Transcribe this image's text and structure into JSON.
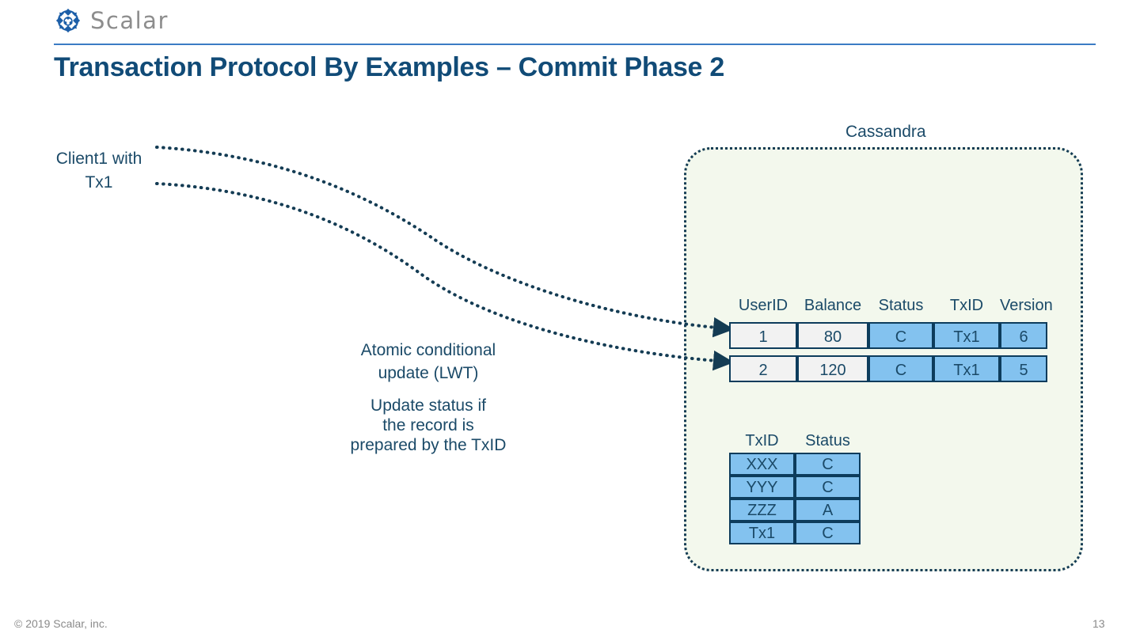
{
  "brand": {
    "wordmark": "Scalar",
    "logo_icon": "scalar-emblem-icon",
    "rule_color": "#3b7cc4"
  },
  "header": {
    "title": "Transaction Protocol By Examples – Commit Phase 2",
    "title_color": "#114b77"
  },
  "footer": {
    "copyright": "© 2019 Scalar, inc.",
    "page_number": "13"
  },
  "diagram": {
    "client_label": "Client1 with\nTx1",
    "client_label_line1": "Client1 with",
    "client_label_line2": "Tx1",
    "lwt_label_line1": "Atomic conditional",
    "lwt_label_line2": "update (LWT)",
    "update_label_line1": "Update status if",
    "update_label_line2": "the record is",
    "update_label_line3": "prepared by the TxID",
    "datastore_label": "Cassandra",
    "datastore_fill": "#f3f8ed",
    "datastore_border": "#143c54",
    "arrow_color": "#143c54",
    "arrow_count": 2
  },
  "record_table": {
    "columns": [
      "UserID",
      "Balance",
      "Status",
      "TxID",
      "Version"
    ],
    "rows": [
      {
        "userid": "1",
        "balance": "80",
        "status": "C",
        "txid": "Tx1",
        "version": "6"
      },
      {
        "userid": "2",
        "balance": "120",
        "status": "C",
        "txid": "Tx1",
        "version": "5"
      }
    ],
    "plain_cell_color": "#f2f2f2",
    "blue_cell_color": "#83c2ef",
    "status_value_color": "#e01f5a",
    "border_color": "#0d3c5c"
  },
  "coordinator_table": {
    "columns": [
      "TxID",
      "Status"
    ],
    "rows": [
      {
        "txid": "XXX",
        "status": "C"
      },
      {
        "txid": "YYY",
        "status": "C"
      },
      {
        "txid": "ZZZ",
        "status": "A"
      },
      {
        "txid": "Tx1",
        "status": "C"
      }
    ],
    "cell_color": "#83c2ef",
    "border_color": "#0d3c5c"
  }
}
